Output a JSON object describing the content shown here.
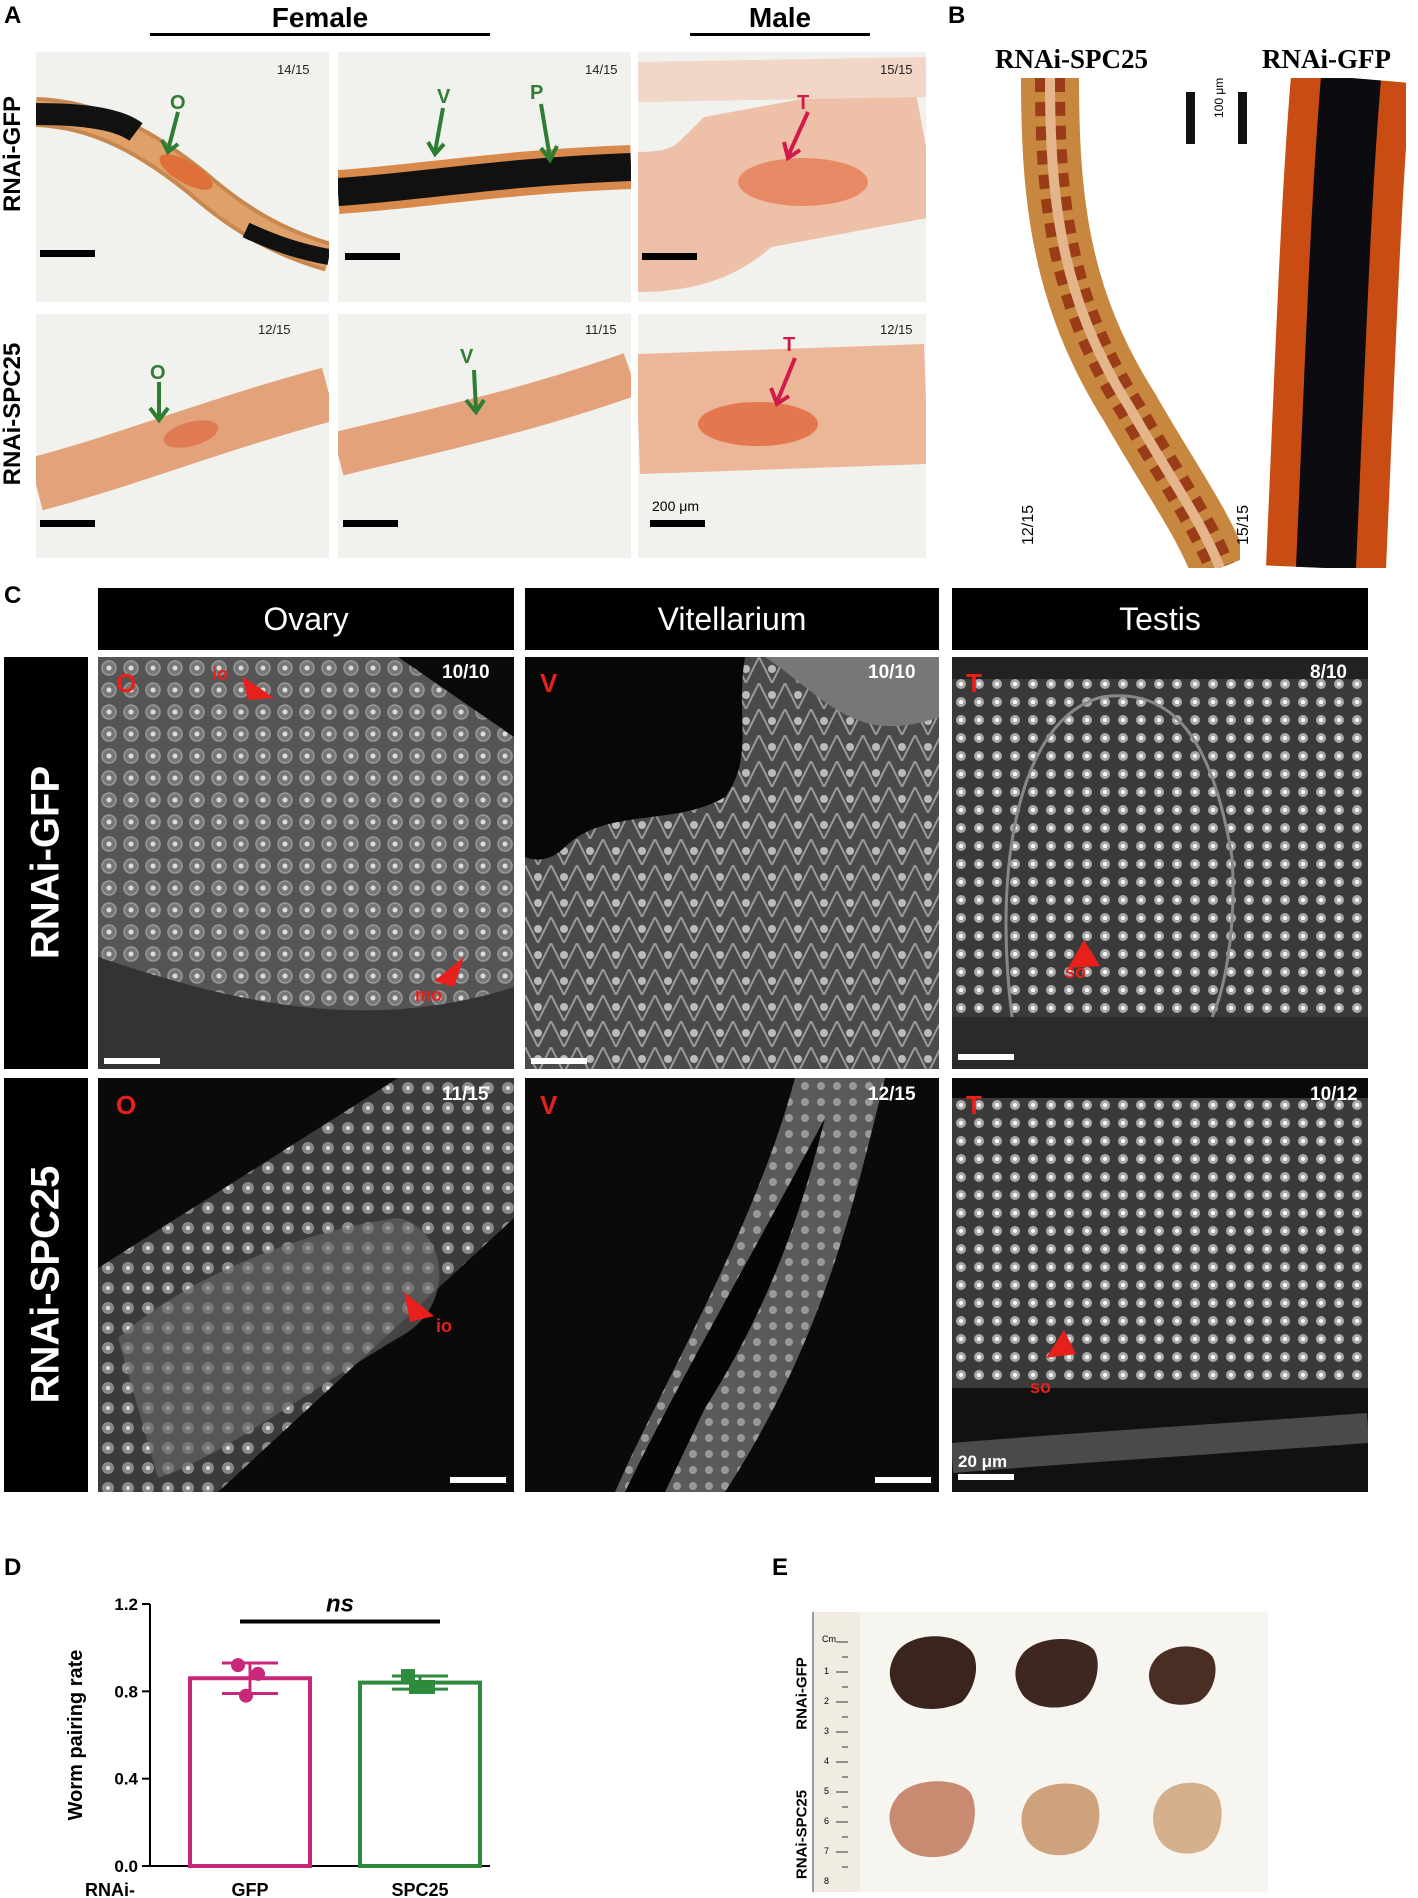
{
  "panel_labels": {
    "a": "A",
    "b": "B",
    "c": "C",
    "d": "D",
    "e": "E"
  },
  "panelA": {
    "female_header": "Female",
    "male_header": "Male",
    "row1_label": "RNAi-GFP",
    "row2_label": "RNAi-SPC25",
    "fractions": [
      "14/15",
      "14/15",
      "15/15",
      "12/15",
      "11/15",
      "12/15"
    ],
    "markers": {
      "o1": "O",
      "v1": "V",
      "p1": "P",
      "t1": "T",
      "o2": "O",
      "v2": "V",
      "t2": "T"
    },
    "scale_label": "200 μm"
  },
  "panelB": {
    "left_title": "RNAi-SPC25",
    "right_title": "RNAi-GFP",
    "scale_label": "100 μm",
    "left_fraction": "12/15",
    "right_fraction": "15/15"
  },
  "panelC": {
    "col_headers": [
      "Ovary",
      "Vitellarium",
      "Testis"
    ],
    "row1_label": "RNAi-GFP",
    "row2_label": "RNAi-SPC25",
    "fractions": [
      "10/10",
      "10/10",
      "8/10",
      "11/15",
      "12/15",
      "10/12"
    ],
    "letters": [
      "O",
      "V",
      "T",
      "O",
      "V",
      "T"
    ],
    "arrow_labels": {
      "io1": "io",
      "mo": "mo",
      "so1": "so",
      "io2": "io",
      "so2": "so"
    },
    "scale_label": "20 μm"
  },
  "panelD": {
    "ylabel": "Worm pairing rate",
    "sig": "ns",
    "x_prefix": "RNAi-",
    "colors": {
      "gfp": "#c8287a",
      "spc25": "#2e8b3e"
    }
  },
  "chart_data": {
    "type": "bar",
    "categories": [
      "GFP",
      "SPC25"
    ],
    "values": [
      0.86,
      0.84
    ],
    "errors": [
      0.07,
      0.03
    ],
    "points": [
      [
        0.92,
        0.88,
        0.78
      ],
      [
        0.87,
        0.82,
        0.82
      ]
    ],
    "title": "",
    "xlabel": "RNAi-",
    "ylabel": "Worm pairing rate",
    "ylim": [
      0,
      1.2
    ],
    "yticks": [
      "0.0",
      "0.4",
      "0.8",
      "1.2"
    ],
    "annotation": "ns"
  },
  "panelE": {
    "row1_label": "RNAi-GFP",
    "row2_label": "RNAi-SPC25",
    "ruler_unit": "Cm",
    "ruler_numbers": [
      "1",
      "2",
      "3",
      "4",
      "5",
      "6",
      "7",
      "8"
    ]
  }
}
